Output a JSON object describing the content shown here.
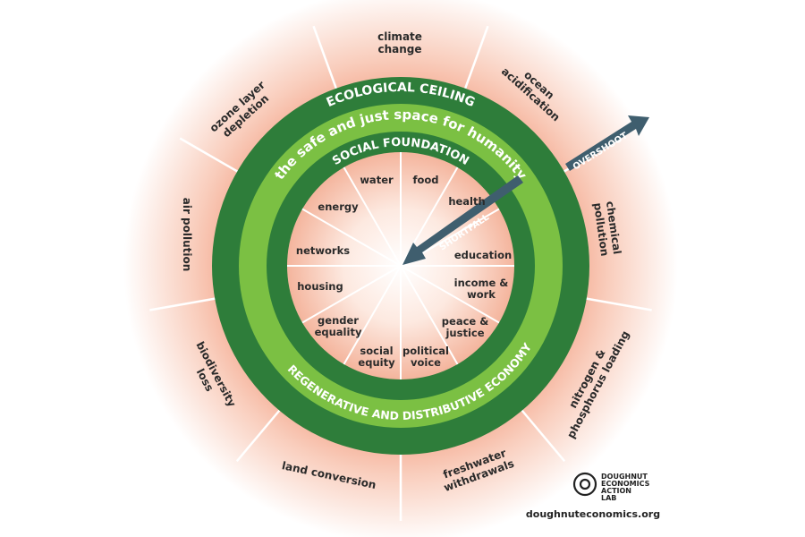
{
  "colors": {
    "dark_green": "#2e7d3a",
    "light_green": "#7bc043",
    "peach": "#f6c1ac",
    "arrow": "#3f5e6e"
  },
  "rings": {
    "ecological_ceiling": "ECOLOGICAL CEILING",
    "safe_space": "the safe and just space for humanity",
    "social_foundation": "SOCIAL FOUNDATION",
    "economy": "REGENERATIVE AND DISTRIBUTIVE ECONOMY"
  },
  "arrows": {
    "overshoot": "OVERSHOOT",
    "shortfall": "SHORTFALL"
  },
  "ecological": {
    "climate": [
      "climate",
      "change"
    ],
    "ocean": [
      "ocean",
      "acidification"
    ],
    "chemical": [
      "chemical",
      "pollution"
    ],
    "nitrogen": [
      "nitrogen &",
      "phosphorus loading"
    ],
    "freshwater": [
      "freshwater",
      "withdrawals"
    ],
    "land": [
      "land conversion"
    ],
    "biodiversity": [
      "biodiversity",
      "loss"
    ],
    "air": [
      "air pollution"
    ],
    "ozone": [
      "ozone layer",
      "depletion"
    ]
  },
  "social": {
    "water": [
      "water"
    ],
    "food": [
      "food"
    ],
    "health": [
      "health"
    ],
    "education": [
      "education"
    ],
    "income": [
      "income &",
      "work"
    ],
    "peace": [
      "peace &",
      "justice"
    ],
    "political": [
      "political",
      "voice"
    ],
    "equity": [
      "social",
      "equity"
    ],
    "gender": [
      "gender",
      "equality"
    ],
    "housing": [
      "housing"
    ],
    "networks": [
      "networks"
    ],
    "energy": [
      "energy"
    ]
  },
  "logo": {
    "lines": [
      "DOUGHNUT",
      "ECONOMICS",
      "ACTION",
      "LAB"
    ],
    "url": "doughnuteconomics.org"
  }
}
